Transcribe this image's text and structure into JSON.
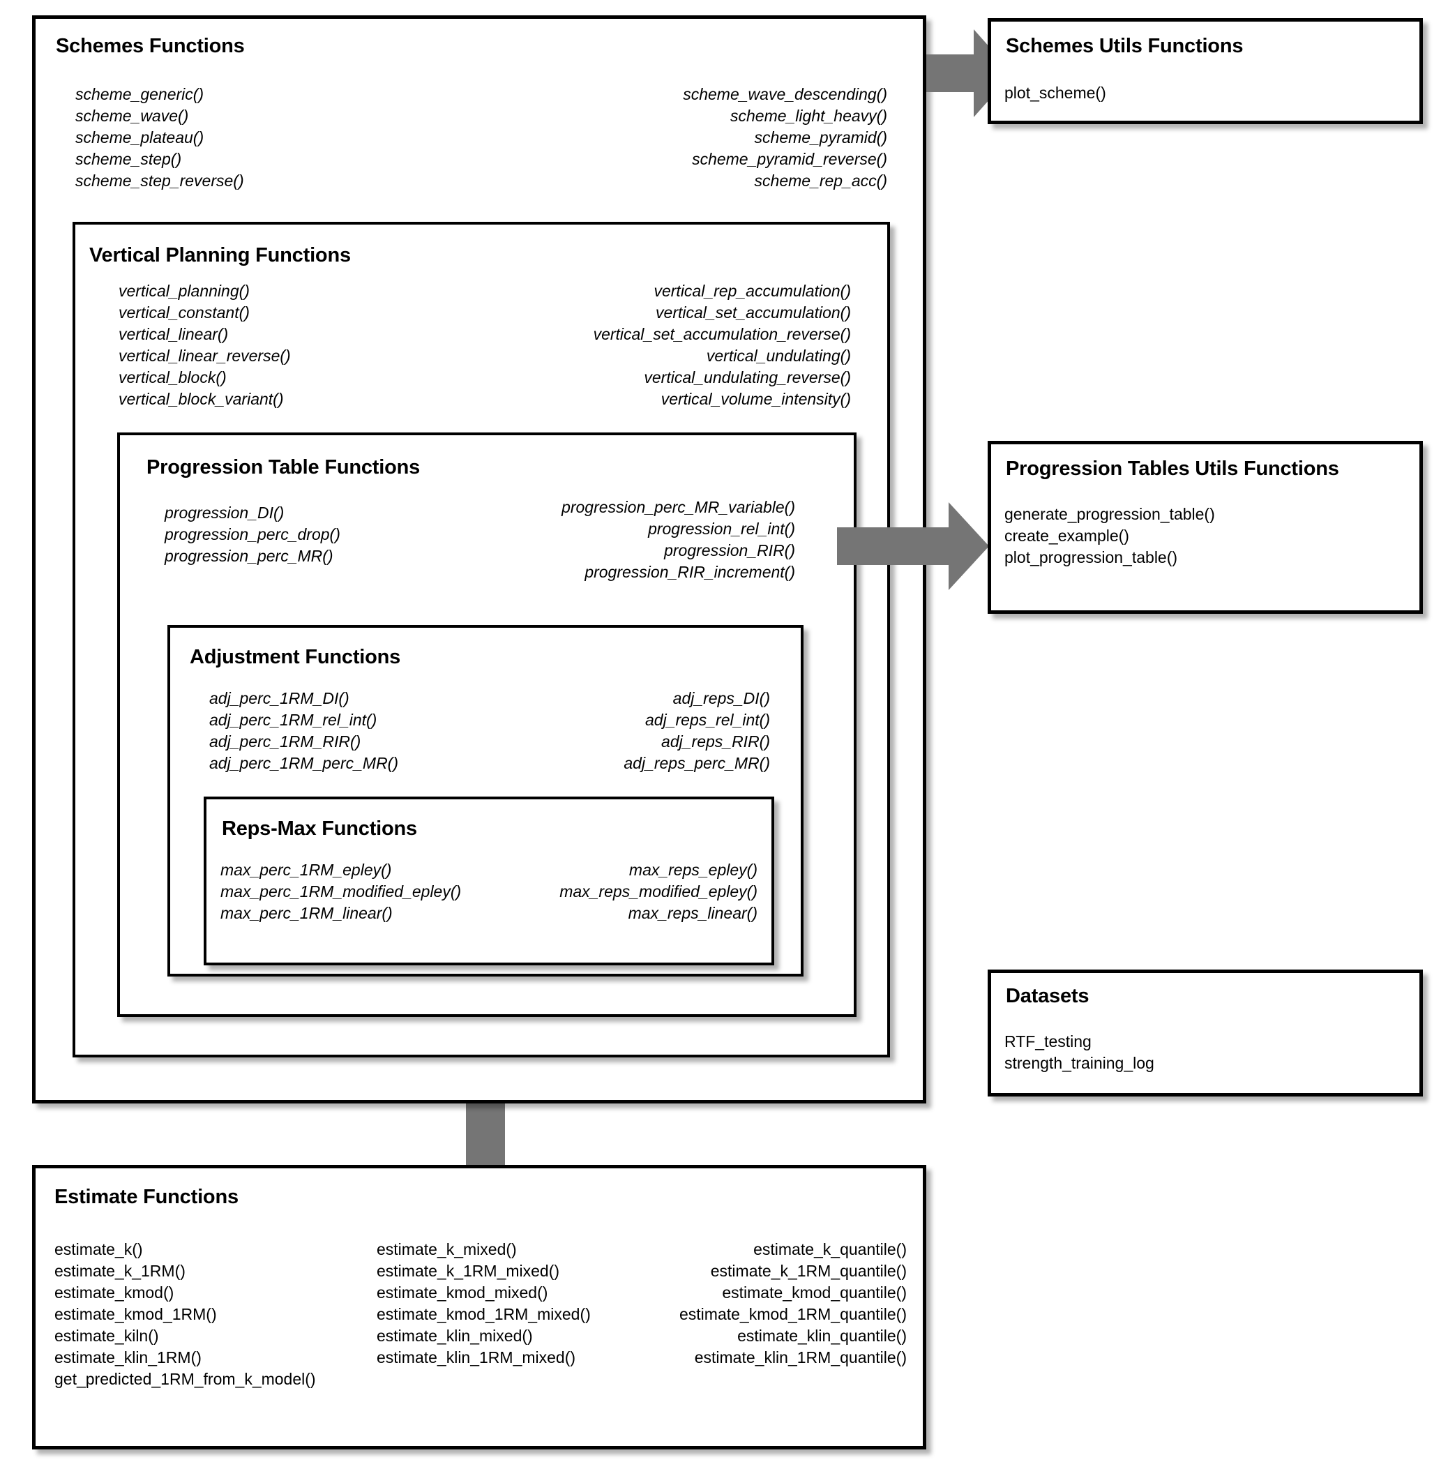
{
  "diagram": {
    "title": "R package function architecture diagram",
    "arrow_color": "#757575",
    "border_color": "#000000",
    "background_color": "#ffffff"
  },
  "boxes": {
    "schemes": {
      "title": "Schemes Functions",
      "left_column": [
        "scheme_generic()",
        "scheme_wave()",
        "scheme_plateau()",
        "scheme_step()",
        "scheme_step_reverse()"
      ],
      "right_column": [
        "scheme_wave_descending()",
        "scheme_light_heavy()",
        "scheme_pyramid()",
        "scheme_pyramid_reverse()",
        "scheme_rep_acc()"
      ]
    },
    "vertical_planning": {
      "title": "Vertical Planning Functions",
      "left_column": [
        "vertical_planning()",
        "vertical_constant()",
        "vertical_linear()",
        "vertical_linear_reverse()",
        "vertical_block()",
        "vertical_block_variant()"
      ],
      "right_column": [
        "vertical_rep_accumulation()",
        "vertical_set_accumulation()",
        "vertical_set_accumulation_reverse()",
        "vertical_undulating()",
        "vertical_undulating_reverse()",
        "vertical_volume_intensity()"
      ]
    },
    "progression_table": {
      "title": "Progression Table Functions",
      "left_column": [
        "progression_DI()",
        "progression_perc_drop()",
        "progression_perc_MR()"
      ],
      "right_column": [
        "progression_perc_MR_variable()",
        "progression_rel_int()",
        "progression_RIR()",
        "progression_RIR_increment()"
      ]
    },
    "adjustment": {
      "title": "Adjustment Functions",
      "left_column": [
        "adj_perc_1RM_DI()",
        "adj_perc_1RM_rel_int()",
        "adj_perc_1RM_RIR()",
        "adj_perc_1RM_perc_MR()"
      ],
      "right_column": [
        "adj_reps_DI()",
        "adj_reps_rel_int()",
        "adj_reps_RIR()",
        "adj_reps_perc_MR()"
      ]
    },
    "reps_max": {
      "title": "Reps-Max Functions",
      "left_column": [
        "max_perc_1RM_epley()",
        "max_perc_1RM_modified_epley()",
        "max_perc_1RM_linear()"
      ],
      "right_column": [
        "max_reps_epley()",
        "max_reps_modified_epley()",
        "max_reps_linear()"
      ]
    },
    "schemes_utils": {
      "title": "Schemes Utils Functions",
      "items": [
        "plot_scheme()"
      ]
    },
    "progression_tables_utils": {
      "title": "Progression Tables Utils Functions",
      "items": [
        "generate_progression_table()",
        "create_example()",
        "plot_progression_table()"
      ]
    },
    "datasets": {
      "title": "Datasets",
      "items": [
        "RTF_testing",
        "strength_training_log"
      ]
    },
    "estimate": {
      "title": "Estimate Functions",
      "left_column": [
        "estimate_k()",
        "estimate_k_1RM()",
        "estimate_kmod()",
        "estimate_kmod_1RM()",
        "estimate_kiln()",
        "estimate_klin_1RM()",
        "get_predicted_1RM_from_k_model()"
      ],
      "middle_column": [
        "estimate_k_mixed()",
        "estimate_k_1RM_mixed()",
        "estimate_kmod_mixed()",
        "estimate_kmod_1RM_mixed()",
        "estimate_klin_mixed()",
        "estimate_klin_1RM_mixed()"
      ],
      "right_column": [
        "estimate_k_quantile()",
        "estimate_k_1RM_quantile()",
        "estimate_kmod_quantile()",
        "estimate_kmod_1RM_quantile()",
        "estimate_klin_quantile()",
        "estimate_klin_1RM_quantile()"
      ]
    }
  },
  "arrows": {
    "schemes_to_utils": "arrow-right",
    "progression_to_utils": "arrow-right",
    "estimate_to_reps_max": "arrow-up"
  }
}
